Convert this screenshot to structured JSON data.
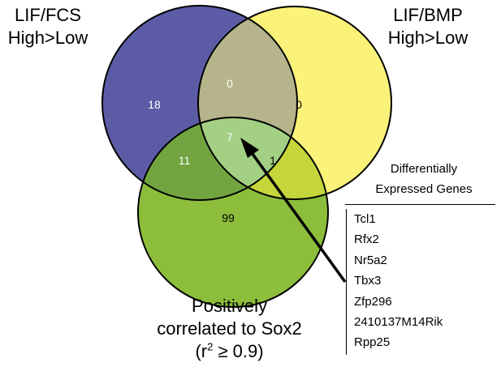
{
  "sets": {
    "a": {
      "line1": "LIF/FCS",
      "line2": "High>Low",
      "color": "#5c5ca6"
    },
    "b": {
      "line1": "LIF/BMP",
      "line2": "High>Low",
      "color": "#fbf27a"
    },
    "c": {
      "line1": "Positively",
      "line2": "correlated to Sox2",
      "line3_prefix": "(r",
      "line3_sup": "2",
      "line3_suffix": " ≥ 0.9)",
      "color": "#8cbe3c"
    }
  },
  "regions": {
    "a_only": "18",
    "b_only": "0",
    "ab_only": "0",
    "abc": "7",
    "ac_only": "11",
    "bc_only": "1",
    "c_only": "99"
  },
  "overlap_colors": {
    "ab": "#b6b48a",
    "ac": "#72a540",
    "bc": "#c5d63a",
    "abc": "#a3d083"
  },
  "genes": {
    "header_line1": "Differentially",
    "header_line2": "Expressed Genes",
    "items": [
      "Tcl1",
      "Rfx2",
      "Nr5a2",
      "Tbx3",
      "Zfp296",
      "2410137M14Rik",
      "Rpp25"
    ]
  }
}
